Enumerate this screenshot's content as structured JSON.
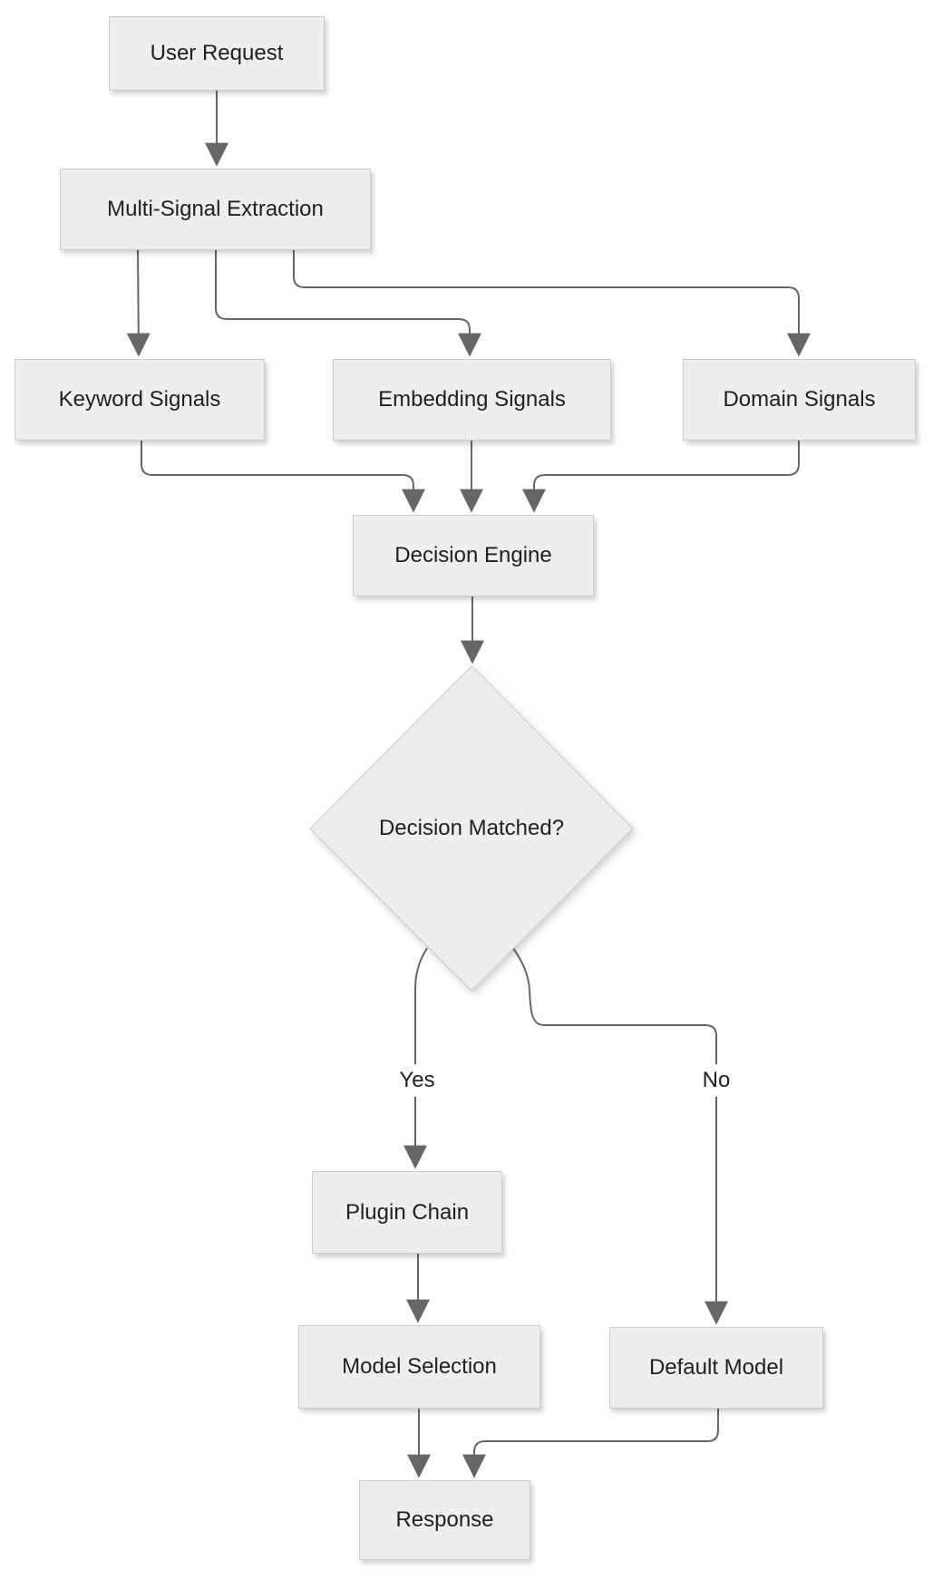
{
  "diagram": {
    "type": "flowchart",
    "direction": "top-down",
    "nodes": {
      "user_request": {
        "label": "User Request",
        "shape": "rect"
      },
      "multi_signal_extraction": {
        "label": "Multi-Signal Extraction",
        "shape": "rect"
      },
      "keyword_signals": {
        "label": "Keyword Signals",
        "shape": "rect"
      },
      "embedding_signals": {
        "label": "Embedding Signals",
        "shape": "rect"
      },
      "domain_signals": {
        "label": "Domain Signals",
        "shape": "rect"
      },
      "decision_engine": {
        "label": "Decision Engine",
        "shape": "rect"
      },
      "decision_matched": {
        "label": "Decision Matched?",
        "shape": "diamond"
      },
      "plugin_chain": {
        "label": "Plugin Chain",
        "shape": "rect"
      },
      "model_selection": {
        "label": "Model Selection",
        "shape": "rect"
      },
      "default_model": {
        "label": "Default Model",
        "shape": "rect"
      },
      "response": {
        "label": "Response",
        "shape": "rect"
      }
    },
    "edge_labels": {
      "yes": "Yes",
      "no": "No"
    },
    "edges": [
      {
        "from": "User Request",
        "to": "Multi-Signal Extraction",
        "label": ""
      },
      {
        "from": "Multi-Signal Extraction",
        "to": "Keyword Signals",
        "label": ""
      },
      {
        "from": "Multi-Signal Extraction",
        "to": "Embedding Signals",
        "label": ""
      },
      {
        "from": "Multi-Signal Extraction",
        "to": "Domain Signals",
        "label": ""
      },
      {
        "from": "Keyword Signals",
        "to": "Decision Engine",
        "label": ""
      },
      {
        "from": "Embedding Signals",
        "to": "Decision Engine",
        "label": ""
      },
      {
        "from": "Domain Signals",
        "to": "Decision Engine",
        "label": ""
      },
      {
        "from": "Decision Engine",
        "to": "Decision Matched?",
        "label": ""
      },
      {
        "from": "Decision Matched?",
        "to": "Plugin Chain",
        "label": "Yes"
      },
      {
        "from": "Decision Matched?",
        "to": "Default Model",
        "label": "No"
      },
      {
        "from": "Plugin Chain",
        "to": "Model Selection",
        "label": ""
      },
      {
        "from": "Model Selection",
        "to": "Response",
        "label": ""
      },
      {
        "from": "Default Model",
        "to": "Response",
        "label": ""
      }
    ],
    "colors": {
      "background": "#ffffff",
      "node_fill": "#eeeeee",
      "node_border": "#cccccc",
      "edge": "#666666",
      "text": "#1f1f1f"
    }
  }
}
